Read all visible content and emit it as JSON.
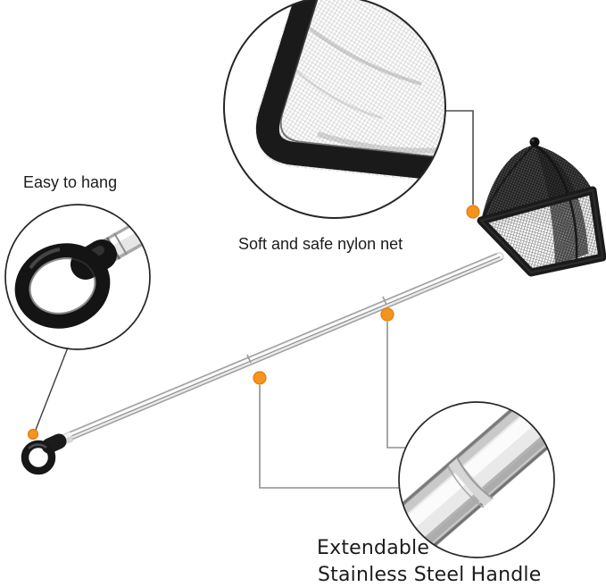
{
  "callouts": {
    "hang": {
      "label": "Easy to hang"
    },
    "net": {
      "label": "Soft and safe nylon net"
    },
    "handle": {
      "label_line1": "Extendable",
      "label_line2": "Stainless Steel Handle"
    }
  },
  "colors": {
    "marker": "#F6921E",
    "marker_edge": "#E07F10",
    "frame": "#1B1B1B",
    "leader_gray": "#909090",
    "leader_dark": "#4F4F4F",
    "leader_thin": "#3C3C3C"
  }
}
